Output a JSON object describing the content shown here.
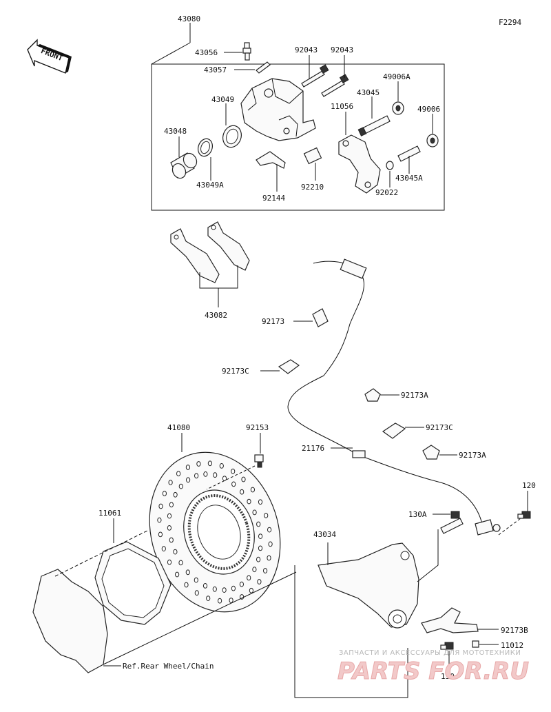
{
  "diagram": {
    "figure_code": "F2294",
    "front_label": "FRONT",
    "callouts": {
      "c43080": "43080",
      "c43056": "43056",
      "c43057": "43057",
      "c92043a": "92043",
      "c92043b": "92043",
      "c49006A": "49006A",
      "c43045": "43045",
      "c43049": "43049",
      "c11056": "11056",
      "c49006": "49006",
      "c43048": "43048",
      "c43049A": "43049A",
      "c92144": "92144",
      "c92210": "92210",
      "c92022": "92022",
      "c43045A": "43045A",
      "c43082": "43082",
      "c92173": "92173",
      "c92173C_a": "92173C",
      "c92173A_a": "92173A",
      "c92173C_b": "92173C",
      "c92173A_b": "92173A",
      "c41080": "41080",
      "c92153": "92153",
      "c21176": "21176",
      "c11061": "11061",
      "c120": "120",
      "c130A": "130A",
      "c43034": "43034",
      "c92173B": "92173B",
      "c11012": "11012",
      "c130": "130"
    },
    "reference_note": "Ref.Rear Wheel/Chain"
  },
  "watermark": {
    "caption": "ЗАПЧАСТИ И АКСЕССУАРЫ ДЛЯ МОТОТЕХНИКИ",
    "brand": "PARTS FOR.RU"
  }
}
